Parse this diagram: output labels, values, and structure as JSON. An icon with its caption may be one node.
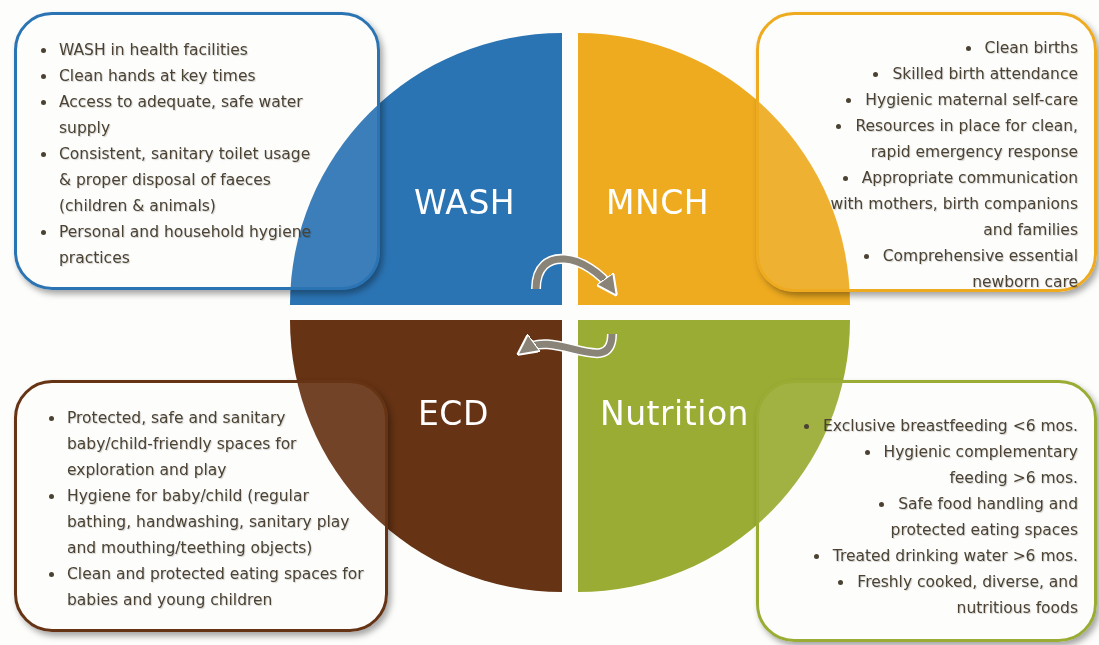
{
  "diagram": {
    "nodes": [
      {
        "text": [
          "WASH"
        ]
      },
      {
        "text": [
          "WASH in health facilities",
          "Clean hands at key times",
          "Access to adequate, safe water supply",
          "Consistent, sanitary toilet usage & proper disposal of faeces (children & animals)",
          "Personal and household hygiene practices"
        ]
      },
      {
        "text": [
          "MNCH"
        ]
      },
      {
        "text": [
          "Clean births",
          "Skilled birth attendance",
          "Hygienic maternal self-care",
          "Resources in place for clean, rapid emergency response",
          "Appropriate communication with mothers, birth companions and families",
          "Comprehensive essential newborn care"
        ]
      },
      {
        "text": [
          "ECD"
        ]
      },
      {
        "text": [
          "Protected, safe and sanitary baby/child-friendly spaces for exploration and play",
          "Hygiene for baby/child (regular bathing, handwashing, sanitary play and mouthing/teething objects)",
          "Clean and protected eating spaces for babies and young children"
        ]
      },
      {
        "text": [
          "Nutrition"
        ]
      },
      {
        "text": [
          "Exclusive breastfeeding <6 mos.",
          "Hygienic complementary feeding >6 mos.",
          "Safe food handling and protected eating spaces",
          "Treated drinking water >6 mos.",
          "Freshly cooked, diverse, and nutritious foods"
        ]
      }
    ],
    "edges": [
      {
        "from": 0,
        "to": 2,
        "arrow": "to"
      },
      {
        "from": 6,
        "to": 4,
        "arrow": "to"
      }
    ]
  }
}
